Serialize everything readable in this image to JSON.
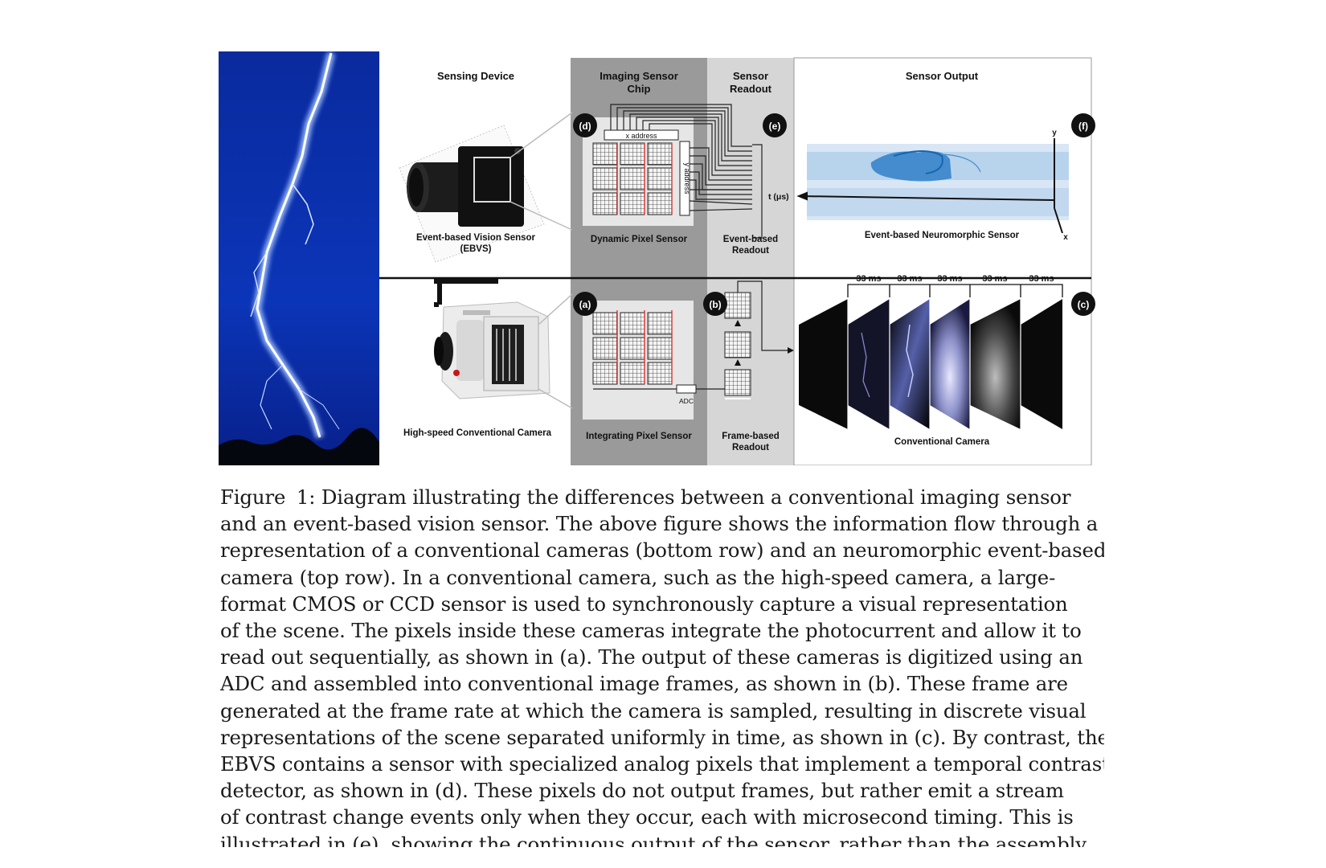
{
  "figure": {
    "sections": {
      "sensing_device": "Sensing Device",
      "imaging_sensor_chip": [
        "Imaging Sensor",
        "Chip"
      ],
      "sensor_readout": [
        "Sensor",
        "Readout"
      ],
      "sensor_output": "Sensor Output"
    },
    "panels": {
      "a": "(a)",
      "b": "(b)",
      "c": "(c)",
      "d": "(d)",
      "e": "(e)",
      "f": "(f)"
    },
    "top_row": {
      "device_label": [
        "Event-based Vision Sensor",
        "(EBVS)"
      ],
      "chip_label": "Dynamic Pixel Sensor",
      "x_address": "x address",
      "y_address": "y address",
      "readout_label": [
        "Event-based",
        "Readout"
      ],
      "time_axis": "t (μs)",
      "axis_y": "y",
      "axis_x": "x",
      "output_label": "Event-based Neuromorphic Sensor"
    },
    "bottom_row": {
      "device_label": "High-speed Conventional Camera",
      "chip_label": "Integrating Pixel Sensor",
      "adc": "ADC",
      "readout_label": [
        "Frame-based",
        "Readout"
      ],
      "frame_intervals": [
        "33 ms",
        "33 ms",
        "33 ms",
        "33 ms",
        "33 ms"
      ],
      "output_label": "Conventional Camera"
    },
    "colors": {
      "lightning_bg": "#0a2aa0",
      "chip_bg": "#9a9a9a",
      "readout_bg": "#d6d6d6",
      "event_cloud": "#3a8fd0"
    }
  },
  "caption": {
    "label": "Figure  1:",
    "lines": [
      "Diagram illustrating the differences between a conventional imaging sensor",
      "and an event-based vision sensor.  The above figure shows the information flow through a",
      "representation of a conventional cameras (bottom row) and an neuromorphic event-based",
      "camera (top row).  In a conventional camera, such as the high-speed camera, a large-",
      "format CMOS or CCD sensor is used to synchronously capture a visual representation",
      "of the scene.  The pixels inside these cameras integrate the photocurrent and allow it to",
      "read out sequentially, as shown in (a).  The output of these cameras is digitized using an",
      "ADC and assembled into conventional image frames, as shown in (b).  These frame are",
      "generated at the frame rate at which the camera is sampled, resulting in discrete visual",
      "representations of the scene separated uniformly in time, as shown in (c).  By contrast, the",
      "EBVS contains a sensor with specialized analog pixels that implement a temporal contrast",
      "detector, as shown in (d).  These pixels do not output frames, but rather emit a stream",
      "of contrast change events only when they occur, each with microsecond timing.  This is",
      "illustrated in (e), showing the continuous output of the sensor, rather than the assembly"
    ]
  }
}
